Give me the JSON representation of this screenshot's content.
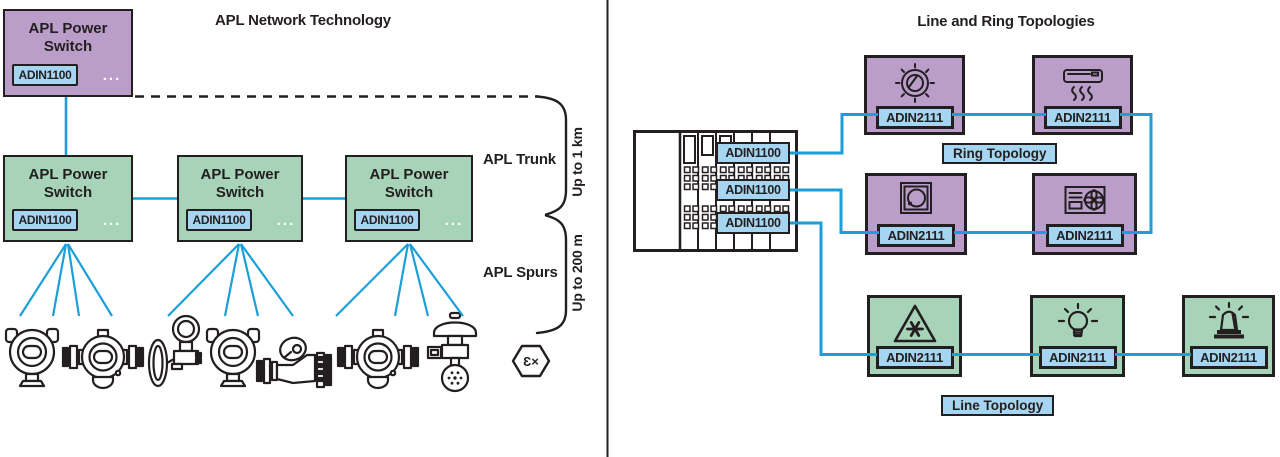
{
  "colors": {
    "purple_fill": "#bb9dca",
    "green_fill": "#a7d3b8",
    "chip_blue_fill": "#a5d5f1",
    "wire_blue": "#1b9fd9",
    "ink": "#231f20",
    "background": "#ffffff"
  },
  "left_panel": {
    "title": "APL Network Technology",
    "switches": [
      {
        "label": "APL Power Switch",
        "chip": "ADIN1100",
        "dots": "...",
        "variant": "purple"
      },
      {
        "label": "APL Power Switch",
        "chip": "ADIN1100",
        "dots": "...",
        "variant": "green"
      },
      {
        "label": "APL Power Switch",
        "chip": "ADIN1100",
        "dots": "...",
        "variant": "green"
      },
      {
        "label": "APL Power Switch",
        "chip": "ADIN1100",
        "dots": "...",
        "variant": "green"
      }
    ],
    "annotations": {
      "trunk_label": "APL Trunk",
      "trunk_distance": "Up to 1 km",
      "spurs_label": "APL Spurs",
      "spurs_distance": "Up to 200 m"
    },
    "field_devices": [
      "pressure-transmitter-icon",
      "flow-transmitter-icon",
      "diaphragm-seal-transmitter-icon",
      "pressure-transmitter-icon",
      "flanged-valve-icon",
      "flow-transmitter-icon",
      "control-valve-actuator-icon"
    ],
    "ex_marking": "Ɛ×"
  },
  "right_panel": {
    "title": "Line and Ring Topologies",
    "controller": {
      "ports": [
        {
          "chip": "ADIN1100"
        },
        {
          "chip": "ADIN1100"
        },
        {
          "chip": "ADIN1100"
        }
      ]
    },
    "ring_topology": {
      "label": "Ring Topology",
      "nodes": [
        {
          "chip": "ADIN2111",
          "icon": "thermostat-dial-icon"
        },
        {
          "chip": "ADIN2111",
          "icon": "air-conditioner-icon"
        },
        {
          "chip": "ADIN2111",
          "icon": "control-dial-icon"
        },
        {
          "chip": "ADIN2111",
          "icon": "fan-unit-icon"
        }
      ]
    },
    "line_topology": {
      "label": "Line Topology",
      "nodes": [
        {
          "chip": "ADIN2111",
          "icon": "frost-warning-icon"
        },
        {
          "chip": "ADIN2111",
          "icon": "light-bulb-icon"
        },
        {
          "chip": "ADIN2111",
          "icon": "alarm-beacon-icon"
        }
      ]
    }
  }
}
